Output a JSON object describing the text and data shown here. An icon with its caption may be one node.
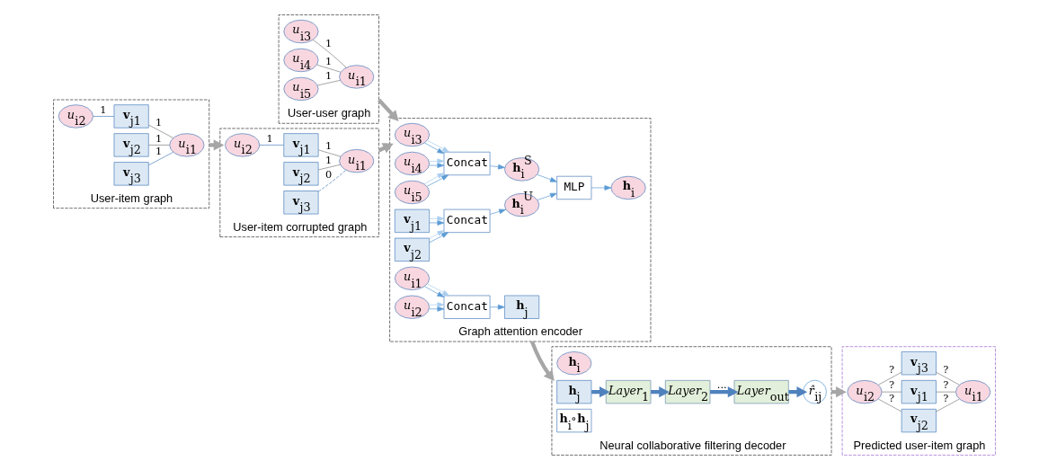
{
  "diagram": {
    "nodes": [
      {
        "text": [
          "User-user graph"
        ]
      },
      {
        "text": [
          "*u*$_{i3}$"
        ],
        "in": 0
      },
      {
        "text": [
          "*u*$_{i4}$"
        ],
        "in": 0
      },
      {
        "text": [
          "*u*$_{i5}$"
        ],
        "in": 0
      },
      {
        "text": [
          "*u*$_{i1}$"
        ],
        "in": 0
      },
      {
        "text": [
          "User-item graph"
        ]
      },
      {
        "text": [
          "*u*$_{i2}$"
        ],
        "in": 5
      },
      {
        "text": [
          "**v**$_{j2}$"
        ],
        "in": 5
      },
      {
        "text": [
          "**v**$_{j1}$"
        ],
        "in": 5
      },
      {
        "text": [
          "**v**$_{j3}$"
        ],
        "in": 5
      },
      {
        "text": [
          "*u*$_{i1}$"
        ],
        "in": 5
      },
      {
        "text": [
          "User-item corrupted graph"
        ]
      },
      {
        "text": [
          "*u*$_{i2}$"
        ],
        "in": 11
      },
      {
        "text": [
          "**v**$_{j2}$"
        ],
        "in": 11
      },
      {
        "text": [
          "**v**$_{j1}$"
        ],
        "in": 11
      },
      {
        "text": [
          "**v**$_{j3}$"
        ],
        "in": 11
      },
      {
        "text": [
          "*u*$_{i1}$"
        ],
        "in": 11
      },
      {
        "text": [
          "Graph attention encoder"
        ]
      },
      {
        "text": [
          "*u*$_{i3}$"
        ],
        "in": 17
      },
      {
        "text": [
          "*u*$_{i4}$"
        ],
        "in": 17
      },
      {
        "text": [
          "*u*$_{i5}$"
        ],
        "in": 17
      },
      {
        "text": [
          "Concat"
        ],
        "in": 17
      },
      {
        "text": [
          "**h**$_{i}$$^{S}$"
        ],
        "in": 17
      },
      {
        "text": [
          "MLP"
        ],
        "in": 17
      },
      {
        "text": [
          "**h**$_{i}$"
        ],
        "in": 17
      },
      {
        "text": [
          "**v**$_{j1}$"
        ],
        "in": 17
      },
      {
        "text": [
          "**v**$_{j2}$"
        ],
        "in": 17
      },
      {
        "text": [
          "Concat"
        ],
        "in": 17
      },
      {
        "text": [
          "**h**$_{i}$$^{U}$"
        ],
        "in": 17
      },
      {
        "text": [
          "*u*$_{i1}$"
        ],
        "in": 17
      },
      {
        "text": [
          "*u*$_{i2}$"
        ],
        "in": 17
      },
      {
        "text": [
          "Concat"
        ],
        "in": 17
      },
      {
        "text": [
          "**h**$_{j}$"
        ],
        "in": 17
      },
      {
        "text": [
          "Neural collaborative filtering decoder"
        ]
      },
      {
        "text": [
          "*r̂*$_{ij}$"
        ],
        "in": 33
      },
      {
        "text": [
          "*Layer*$_{out}$"
        ],
        "in": 33
      },
      {
        "text": [
          "*Layer*$_{2}$"
        ],
        "in": 33
      },
      {
        "text": [
          "*Layer*$_{1}$"
        ],
        "in": 33
      },
      {
        "text": [
          "**h**$_{i}$"
        ],
        "in": 33
      },
      {
        "text": [
          "**h**$_{j}$"
        ],
        "in": 33
      },
      {
        "text": [
          "**h**$_{i}$∘**h**$_{j}$"
        ],
        "in": 33
      },
      {
        "text": [
          "Predicted user-item graph"
        ]
      },
      {
        "text": [
          "*u*$_{i2}$"
        ],
        "in": 41
      },
      {
        "text": [
          "**v**$_{j2}$"
        ],
        "in": 41
      },
      {
        "text": [
          "**v**$_{j1}$"
        ],
        "in": 41
      },
      {
        "text": [
          "**v**$_{j3}$"
        ],
        "in": 41
      },
      {
        "text": [
          "*u*$_{i1}$"
        ],
        "in": 41
      }
    ],
    "edges": [
      {
        "from": 1,
        "to": 4,
        "arrow": "none",
        "label": "1"
      },
      {
        "from": 2,
        "to": 4,
        "arrow": "none",
        "label": "1"
      },
      {
        "from": 3,
        "to": 4,
        "arrow": "none",
        "label": "1"
      },
      {
        "from": 6,
        "to": 8,
        "arrow": "none",
        "label": "1",
        "color": "#4f81bd"
      },
      {
        "from": 8,
        "to": 10,
        "arrow": "none",
        "label": "1"
      },
      {
        "from": 7,
        "to": 10,
        "arrow": "none",
        "label": "1"
      },
      {
        "from": 9,
        "to": 10,
        "arrow": "none",
        "label": "1",
        "color": "#4f81bd"
      },
      {
        "from": 12,
        "to": 14,
        "arrow": "none",
        "label": "1",
        "color": "#4f81bd"
      },
      {
        "from": 14,
        "to": 16,
        "arrow": "none",
        "label": "1"
      },
      {
        "from": 13,
        "to": 16,
        "arrow": "none",
        "label": "1"
      },
      {
        "from": 15,
        "to": 16,
        "arrow": "none",
        "label": "0",
        "style": "dashed",
        "color": "#4f81bd"
      },
      {
        "from": 0,
        "to": 17,
        "arrow": "to",
        "style": "thick",
        "color": "#a6a6a6"
      },
      {
        "from": 5,
        "to": 11,
        "arrow": "to",
        "style": "thick",
        "color": "#a6a6a6"
      },
      {
        "from": 11,
        "to": 17,
        "arrow": "to",
        "style": "thick",
        "color": "#a6a6a6"
      },
      {
        "from": 18,
        "to": 21,
        "arrow": "to",
        "color": "#5b9bd5"
      },
      {
        "from": 18,
        "to": 21,
        "arrow": "to",
        "color": "#a9cdee"
      },
      {
        "from": 19,
        "to": 21,
        "arrow": "to",
        "color": "#5b9bd5"
      },
      {
        "from": 19,
        "to": 21,
        "arrow": "to",
        "color": "#a9cdee"
      },
      {
        "from": 20,
        "to": 21,
        "arrow": "to",
        "color": "#5b9bd5"
      },
      {
        "from": 20,
        "to": 21,
        "arrow": "to",
        "color": "#a9cdee"
      },
      {
        "from": 21,
        "to": 22,
        "arrow": "to",
        "color": "#5b9bd5"
      },
      {
        "from": 22,
        "to": 23,
        "arrow": "to",
        "color": "#5b9bd5"
      },
      {
        "from": 23,
        "to": 24,
        "arrow": "to",
        "color": "#5b9bd5"
      },
      {
        "from": 25,
        "to": 27,
        "arrow": "to",
        "color": "#5b9bd5"
      },
      {
        "from": 25,
        "to": 27,
        "arrow": "to",
        "color": "#a9cdee"
      },
      {
        "from": 26,
        "to": 27,
        "arrow": "to",
        "color": "#5b9bd5"
      },
      {
        "from": 26,
        "to": 27,
        "arrow": "to",
        "color": "#a9cdee"
      },
      {
        "from": 27,
        "to": 28,
        "arrow": "to",
        "color": "#5b9bd5"
      },
      {
        "from": 28,
        "to": 23,
        "arrow": "to",
        "color": "#5b9bd5"
      },
      {
        "from": 29,
        "to": 31,
        "arrow": "to",
        "color": "#5b9bd5"
      },
      {
        "from": 29,
        "to": 31,
        "arrow": "to",
        "color": "#a9cdee"
      },
      {
        "from": 30,
        "to": 31,
        "arrow": "to",
        "color": "#5b9bd5"
      },
      {
        "from": 30,
        "to": 31,
        "arrow": "to",
        "color": "#a9cdee"
      },
      {
        "from": 31,
        "to": 32,
        "arrow": "to",
        "color": "#5b9bd5"
      },
      {
        "from": 17,
        "to": 33,
        "arrow": "to",
        "style": "thick",
        "color": "#a6a6a6"
      },
      {
        "from": 39,
        "to": 37,
        "arrow": "to",
        "style": "thick",
        "color": "#4f81bd"
      },
      {
        "from": 37,
        "to": 36,
        "arrow": "to",
        "style": "thick",
        "color": "#4f81bd"
      },
      {
        "from": 36,
        "to": 35,
        "arrow": "to",
        "style": "thick",
        "color": "#4f81bd",
        "label": "..."
      },
      {
        "from": 35,
        "to": 34,
        "arrow": "to",
        "style": "thick",
        "color": "#4f81bd"
      },
      {
        "from": 33,
        "to": 41,
        "arrow": "to",
        "style": "thick",
        "color": "#a6a6a6"
      },
      {
        "from": 42,
        "to": 44,
        "arrow": "none",
        "label": "?"
      },
      {
        "from": 42,
        "to": 43,
        "arrow": "none",
        "label": "?"
      },
      {
        "from": 42,
        "to": 45,
        "arrow": "none",
        "label": "?"
      },
      {
        "from": 44,
        "to": 46,
        "arrow": "none",
        "label": "?"
      },
      {
        "from": 43,
        "to": 46,
        "arrow": "none",
        "label": "?"
      },
      {
        "from": 45,
        "to": 46,
        "arrow": "none",
        "label": "?"
      }
    ]
  }
}
